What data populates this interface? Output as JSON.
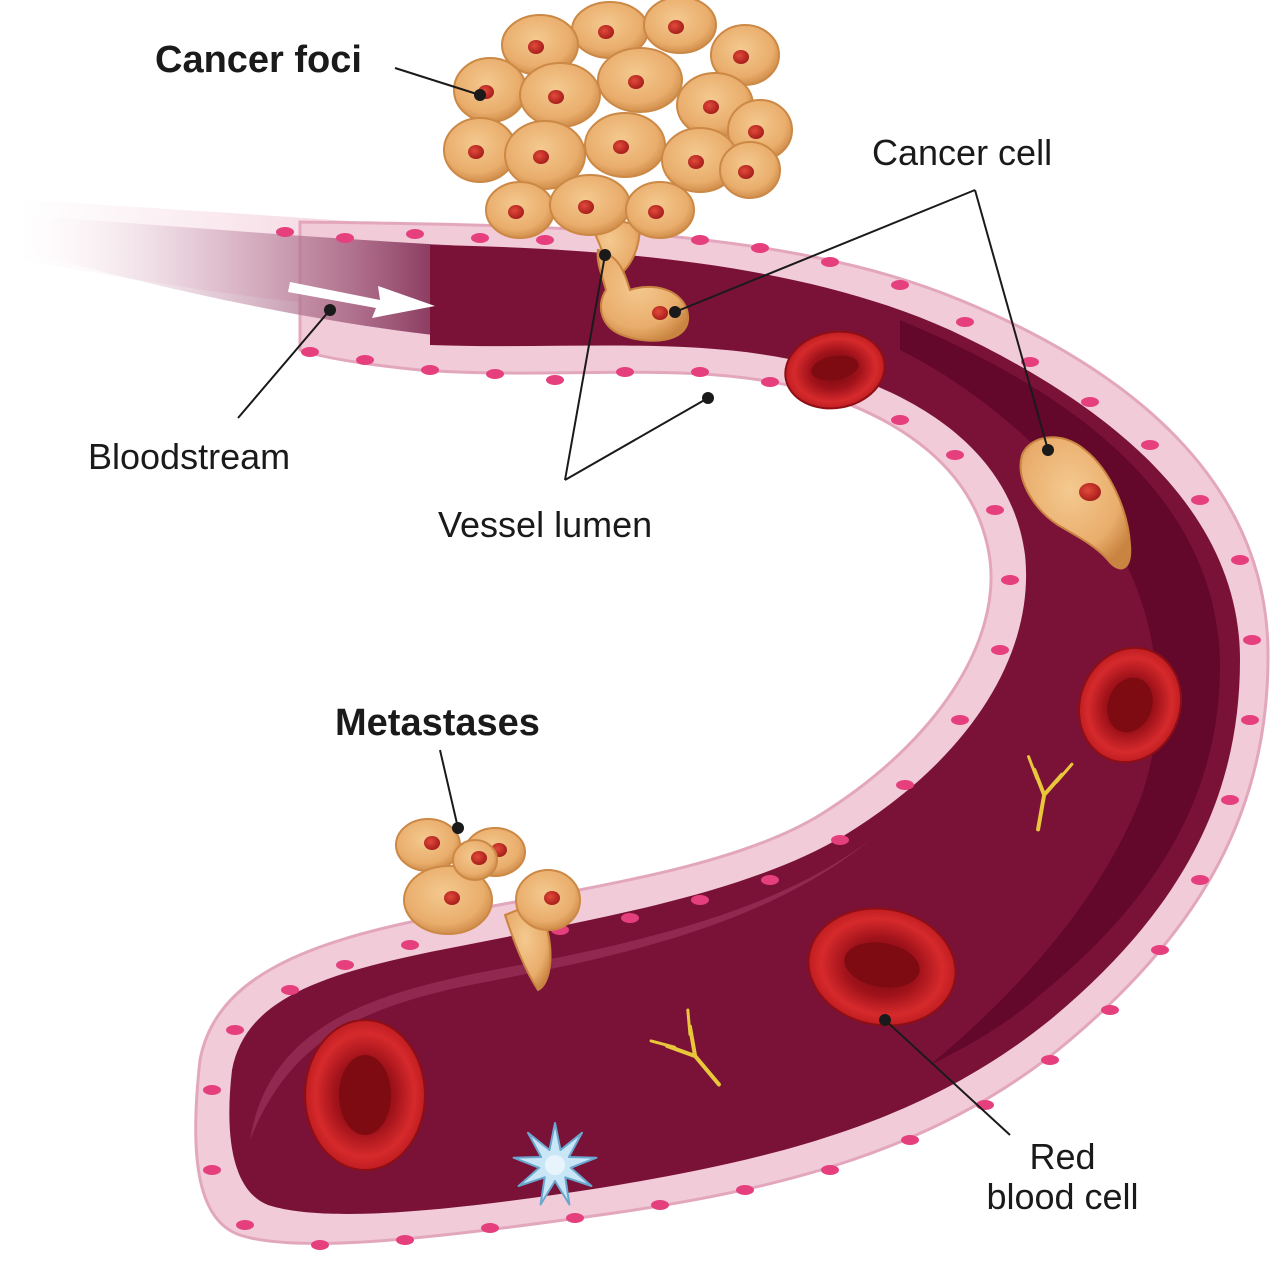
{
  "labels": {
    "cancer_foci": "Cancer foci",
    "cancer_cell": "Cancer cell",
    "bloodstream": "Bloodstream",
    "vessel_lumen": "Vessel lumen",
    "metastases": "Metastases",
    "red_blood_cell_line1": "Red",
    "red_blood_cell_line2": "blood cell"
  },
  "colors": {
    "vessel_wall": "#f2cbd8",
    "vessel_wall_edge": "#e3a7bd",
    "endothelial_nucleus": "#e5407d",
    "lumen_light": "#a14a73",
    "lumen_dark": "#6d0c30",
    "lumen_mid": "#8a1a45",
    "cancer_cell": "#eab173",
    "cancer_cell_shade": "#cc8845",
    "cancer_nucleus": "#c9322e",
    "red_blood_cell": "#c81d22",
    "red_blood_cell_center": "#8e0e15",
    "antibody": "#e8c73b",
    "white_cell": "#c9e6f7",
    "arrow": "#ffffff"
  },
  "icons": [
    "cancer-foci-cluster",
    "cancer-cell",
    "red-blood-cell",
    "antibody",
    "white-blood-cell",
    "flow-arrow"
  ]
}
